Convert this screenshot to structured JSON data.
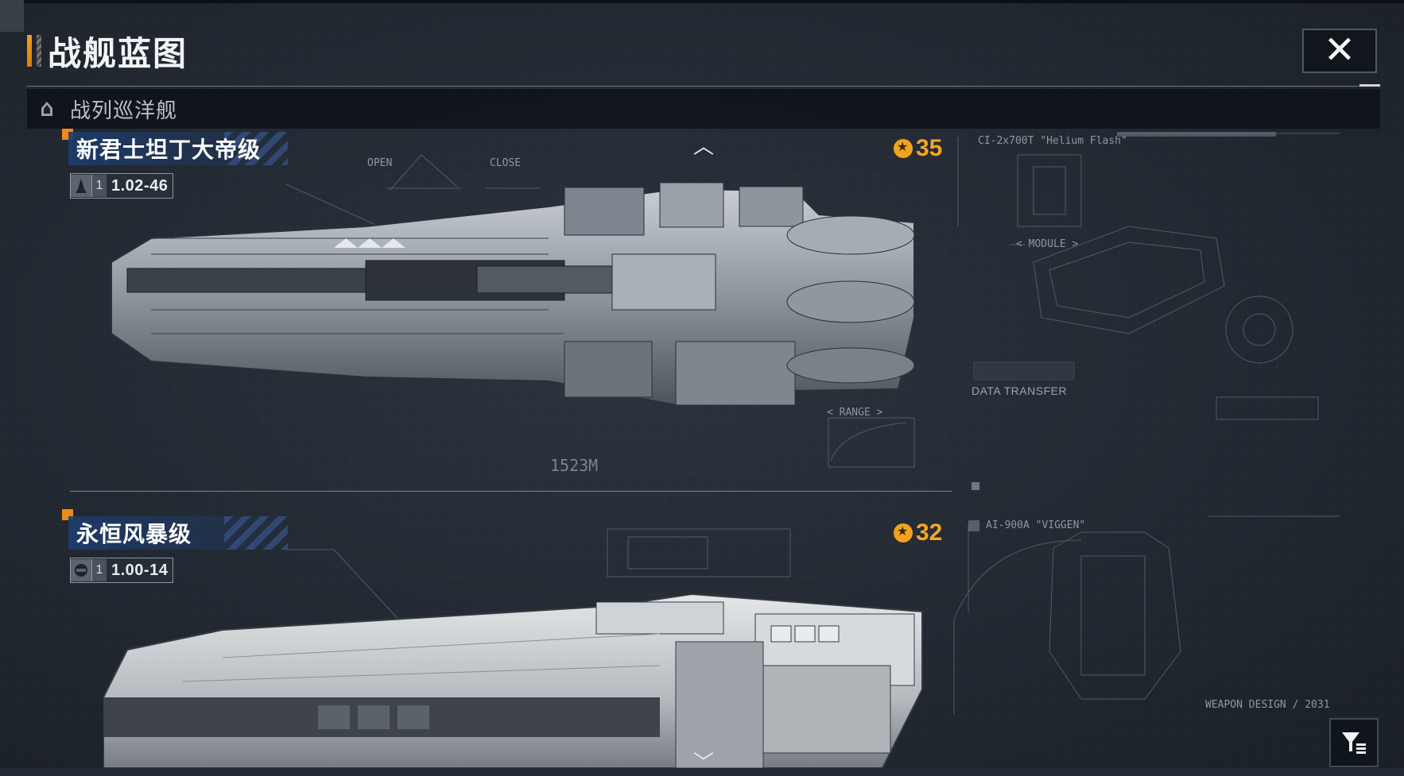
{
  "header": {
    "title": "战舰蓝图",
    "close_icon": "close-icon"
  },
  "category": {
    "label": "战列巡洋舰",
    "icon": "ship-class-icon"
  },
  "ships": [
    {
      "name": "新君士坦丁大帝级",
      "tier": "1",
      "version": "1.02-46",
      "score": "35",
      "length": "1523M",
      "blueprint_label": "CI-2x700T \"Helium Flash\"",
      "data_transfer": "DATA TRANSFER",
      "range_label": "< RANGE >",
      "open_label": "OPEN",
      "close_label": "CLOSE",
      "module_label": "< MODULE >"
    },
    {
      "name": "永恒风暴级",
      "tier": "1",
      "version": "1.00-14",
      "score": "32",
      "blueprint_label": "AI-900A \"VIGGEN\"",
      "weapon_label": "WEAPON DESIGN / 2031"
    }
  ],
  "colors": {
    "accent": "#f5a623",
    "marker": "#ef8a1c",
    "name_bg": "#1e3c6e",
    "background": "#232a33"
  }
}
